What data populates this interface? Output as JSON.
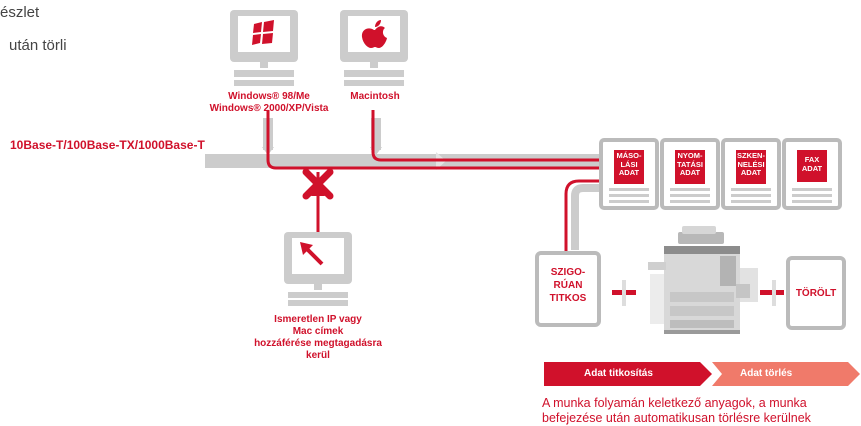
{
  "top_text": {
    "line1": "észlet",
    "line2": "után törli"
  },
  "network": {
    "label": "10Base-T/100Base-TX/1000Base-T"
  },
  "computers": {
    "windows": {
      "icon": "windows-logo-icon",
      "label": "Windows® 98/Me\nWindows® 2000/XP/Vista"
    },
    "mac": {
      "icon": "apple-logo-icon",
      "label": "Macintosh"
    },
    "unknown": {
      "icon": "cursor-arrow-icon",
      "label": "Ismeretlen IP vagy\nMac címek\nhozzáférése megtagadásra\nkerül"
    }
  },
  "data_docs": [
    {
      "label": "MÁSO-\nLÁSI\nADAT"
    },
    {
      "label": "NYOM-\nTATÁSI\nADAT"
    },
    {
      "label": "SZKEN-\nNELÉSI\nADAT"
    },
    {
      "label": "FAX\nADAT"
    }
  ],
  "storage": {
    "encrypted": "SZIGO-\nRÚAN\nTITKOS",
    "deleted": "TÖRÖLT"
  },
  "process_bar": {
    "encrypt": "Adat titkosítás",
    "delete": "Adat törlés"
  },
  "caption": "A munka folyamán keletkező anyagok, a munka\nbefejezése után automatikusan törlésre kerülnek",
  "colors": {
    "red": "#d0112b",
    "gray": "#cccccc",
    "dark_gray": "#444444",
    "salmon": "#f07a6a"
  }
}
